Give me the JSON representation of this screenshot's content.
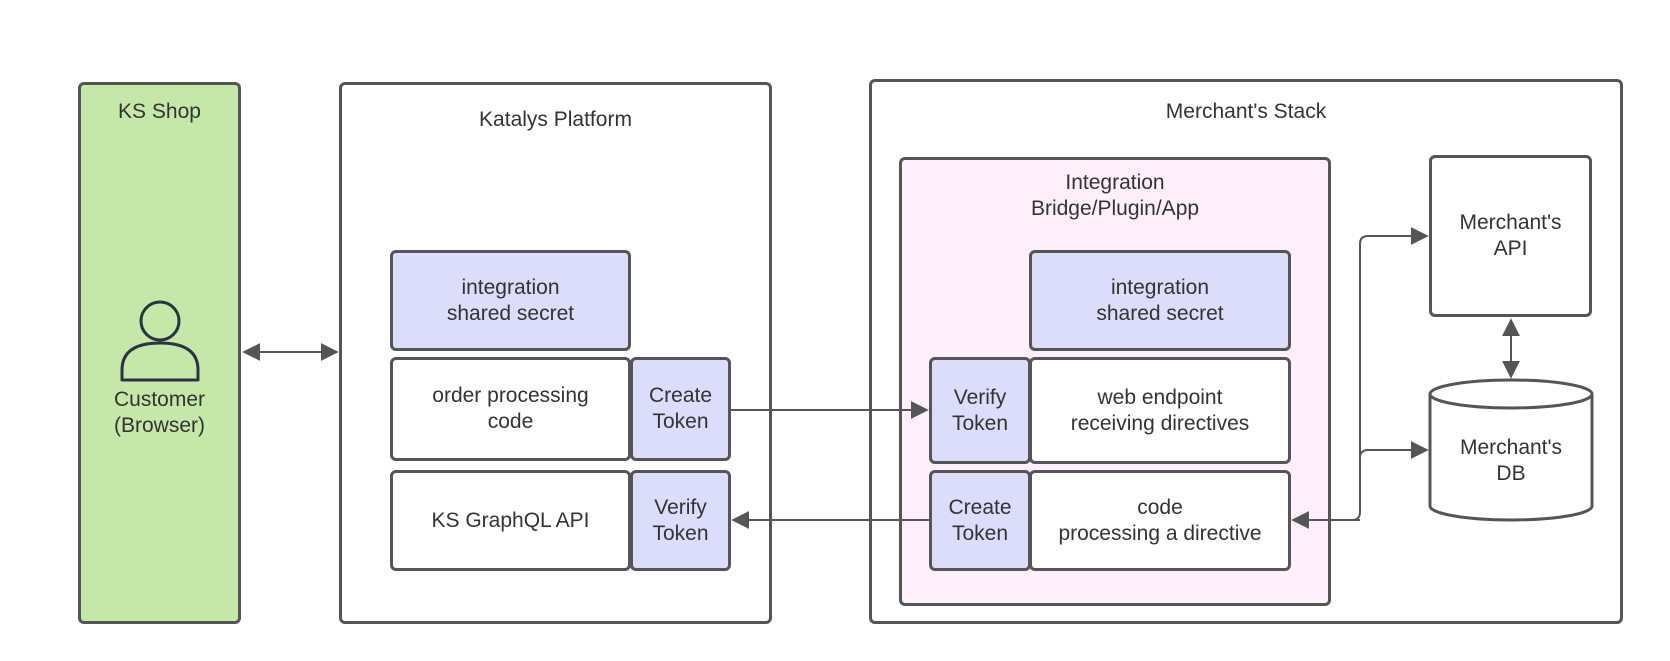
{
  "ks_shop": {
    "title": "KS Shop",
    "customer_label": "Customer\n(Browser)"
  },
  "katalys": {
    "title": "Katalys Platform",
    "shared_secret": "integration\nshared secret",
    "order_processing": "order processing\ncode",
    "create_token": "Create\nToken",
    "graphql_api": "KS GraphQL API",
    "verify_token": "Verify\nToken"
  },
  "merchant": {
    "title": "Merchant's Stack",
    "bridge": {
      "title": "Integration\nBridge/Plugin/App",
      "shared_secret": "integration\nshared secret",
      "verify_token": "Verify\nToken",
      "web_endpoint": "web endpoint\nreceiving directives",
      "create_token": "Create\nToken",
      "code_processing": "code\nprocessing a directive"
    },
    "api": "Merchant's\nAPI",
    "db": "Merchant's\nDB"
  },
  "colors": {
    "ks_shop_fill": "#c5e8a9",
    "token_fill": "#dcdcfb",
    "bridge_fill": "#fff0fb",
    "stroke": "#555555"
  }
}
